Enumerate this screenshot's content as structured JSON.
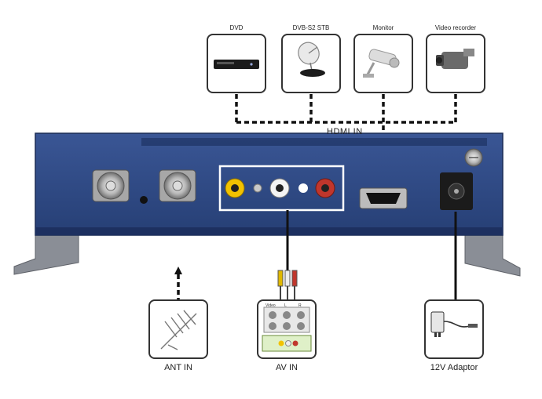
{
  "top_devices": [
    {
      "label": "DVD",
      "icon": "dvd-player-icon"
    },
    {
      "label": "DVB-S2 STB",
      "icon": "satellite-dish-icon"
    },
    {
      "label": "Monitor",
      "icon": "security-camera-icon"
    },
    {
      "label": "Video recorder",
      "icon": "camcorder-icon"
    }
  ],
  "hdmi_label": "HDMI IN",
  "bottom_devices": [
    {
      "label": "ANT IN",
      "icon": "antenna-icon"
    },
    {
      "label": "AV IN",
      "icon": "av-panel-icon"
    },
    {
      "label": "12V Adaptor",
      "icon": "power-adapter-icon"
    }
  ],
  "av_panel": {
    "video": "Video",
    "left": "L",
    "right": "R"
  },
  "colors": {
    "device_body": "#2f4a82",
    "device_body_dark": "#1f3566",
    "rca_yellow": "#f2c200",
    "rca_white": "#f4f4f4",
    "rca_red": "#c0362c",
    "connector_line": "#111111"
  }
}
